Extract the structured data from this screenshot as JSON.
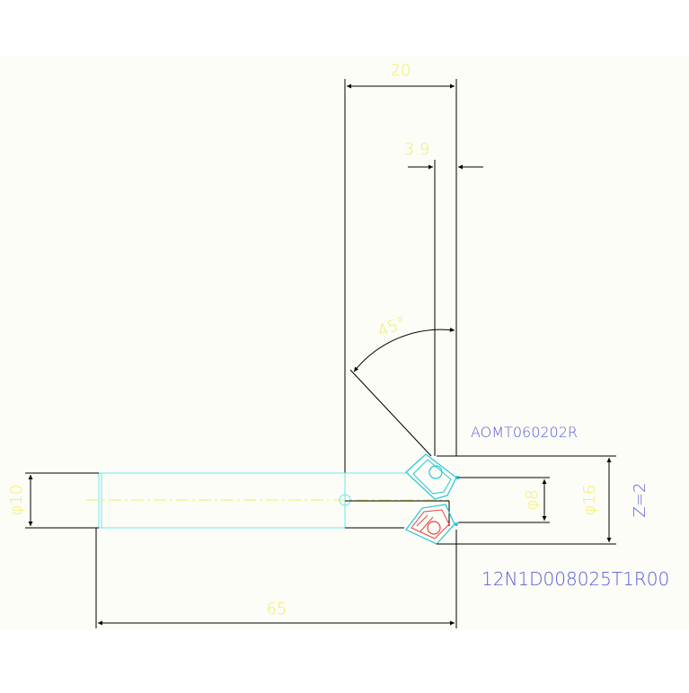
{
  "colors": {
    "background": "#fcfdf6",
    "page": "#ffffff",
    "line": "#000000",
    "dim_text": "#f2ec64",
    "note_text": "#5a5ad8",
    "tool_outline": "#6ee6ee",
    "insert_upper": "#22c6d6",
    "insert_lower": "#e04848",
    "arrow_fill": "#000000"
  },
  "dimensions": {
    "width_20": "20",
    "offset_3_9": "3.9",
    "angle_45": "45°",
    "dia_10": "φ10",
    "dia_8": "φ8",
    "dia_16": "φ16",
    "length_65": "65"
  },
  "notes": {
    "insert_code": "AOMT060202R",
    "teeth": "Z=2",
    "tool_code": "12N1D008025T1R00"
  }
}
